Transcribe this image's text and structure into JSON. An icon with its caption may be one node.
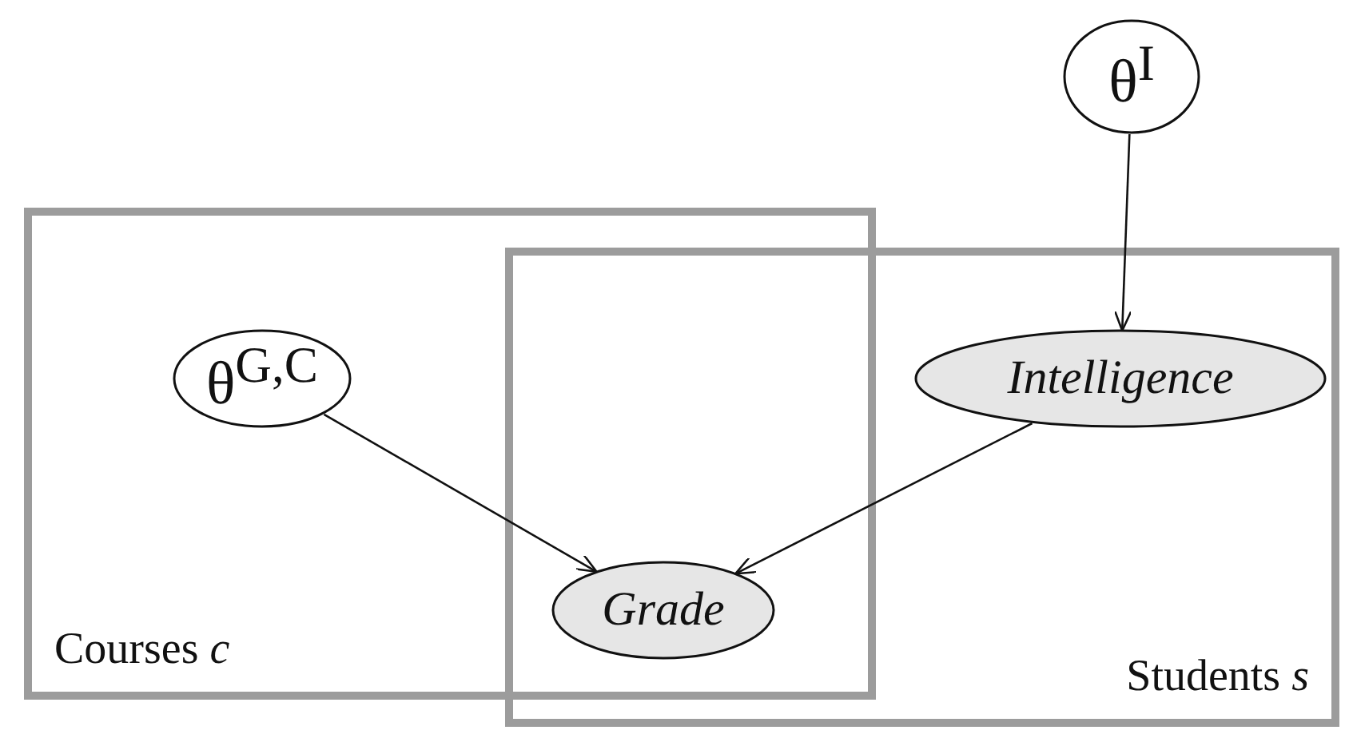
{
  "diagram": {
    "nodes": [
      {
        "text": [
          "θ$^{I}$"
        ]
      },
      {
        "text": [
          "Courses *c*"
        ]
      },
      {
        "text": [
          "θ$^{G,C}$"
        ],
        "in": 1
      },
      {
        "text": [
          "Students *s*"
        ]
      },
      {
        "text": [
          "Intelligence"
        ],
        "in": 3
      },
      {
        "text": [
          "Grade"
        ]
      }
    ],
    "edges": [
      {
        "from": 0,
        "to": 4,
        "arrow": "to"
      },
      {
        "from": 2,
        "to": 5,
        "arrow": "to"
      },
      {
        "from": 4,
        "to": 5,
        "arrow": "to"
      }
    ]
  }
}
